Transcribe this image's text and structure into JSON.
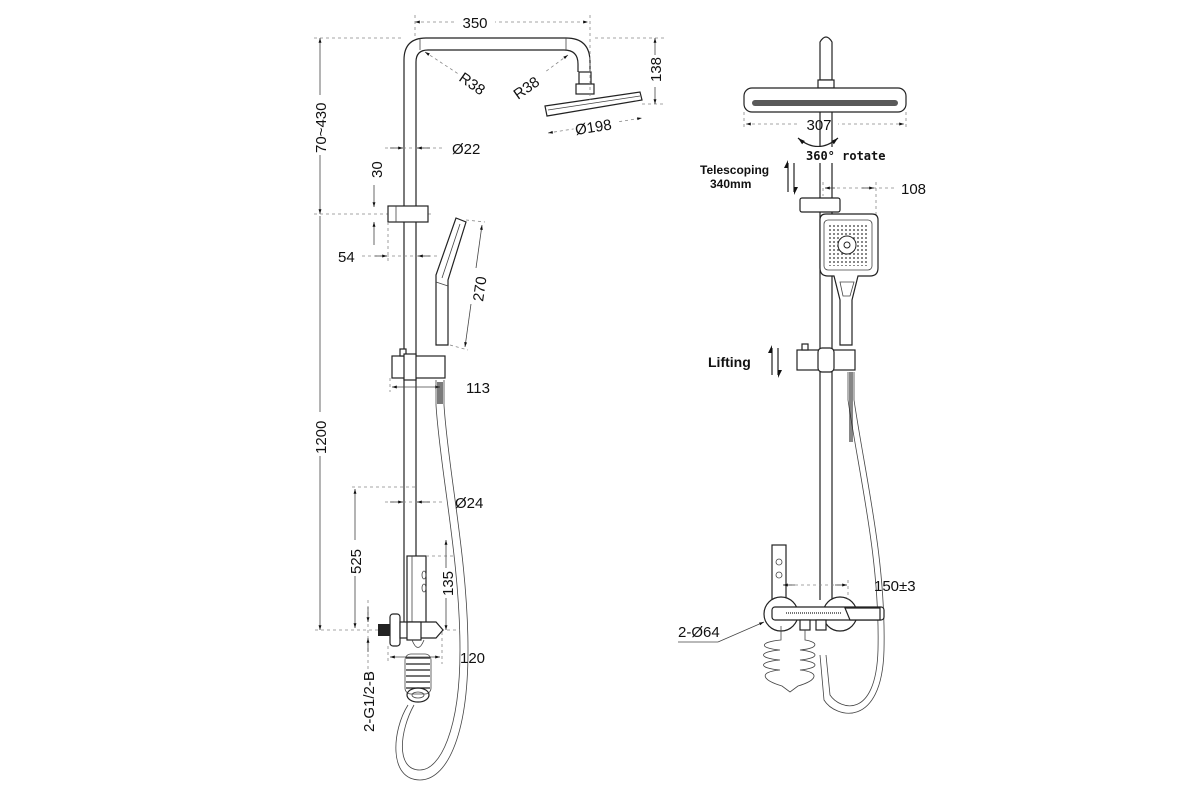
{
  "left_view": {
    "dimensions": {
      "arm_width": "350",
      "radius_left": "R38",
      "radius_right": "R38",
      "head_drop": "138",
      "head_diameter": "Ø198",
      "adjust_range": "70~430",
      "pipe_diameter_top": "Ø22",
      "bracket_height": "30",
      "bracket_offset": "54",
      "hand_shower_length": "270",
      "holder_depth": "113",
      "total_height": "1200",
      "pipe_diameter_bottom": "Ø24",
      "valve_height": "525",
      "valve_body": "135",
      "spout_depth": "120",
      "inlet_thread": "2-G1/2-B"
    }
  },
  "right_view": {
    "dimensions": {
      "head_width": "307",
      "hand_offset": "108",
      "centers": "150±3",
      "escutcheon": "2-Ø64"
    },
    "labels": {
      "rotate": "360° rotate",
      "telescoping_line1": "Telescoping",
      "telescoping_line2": "340mm",
      "lifting": "Lifting"
    }
  }
}
